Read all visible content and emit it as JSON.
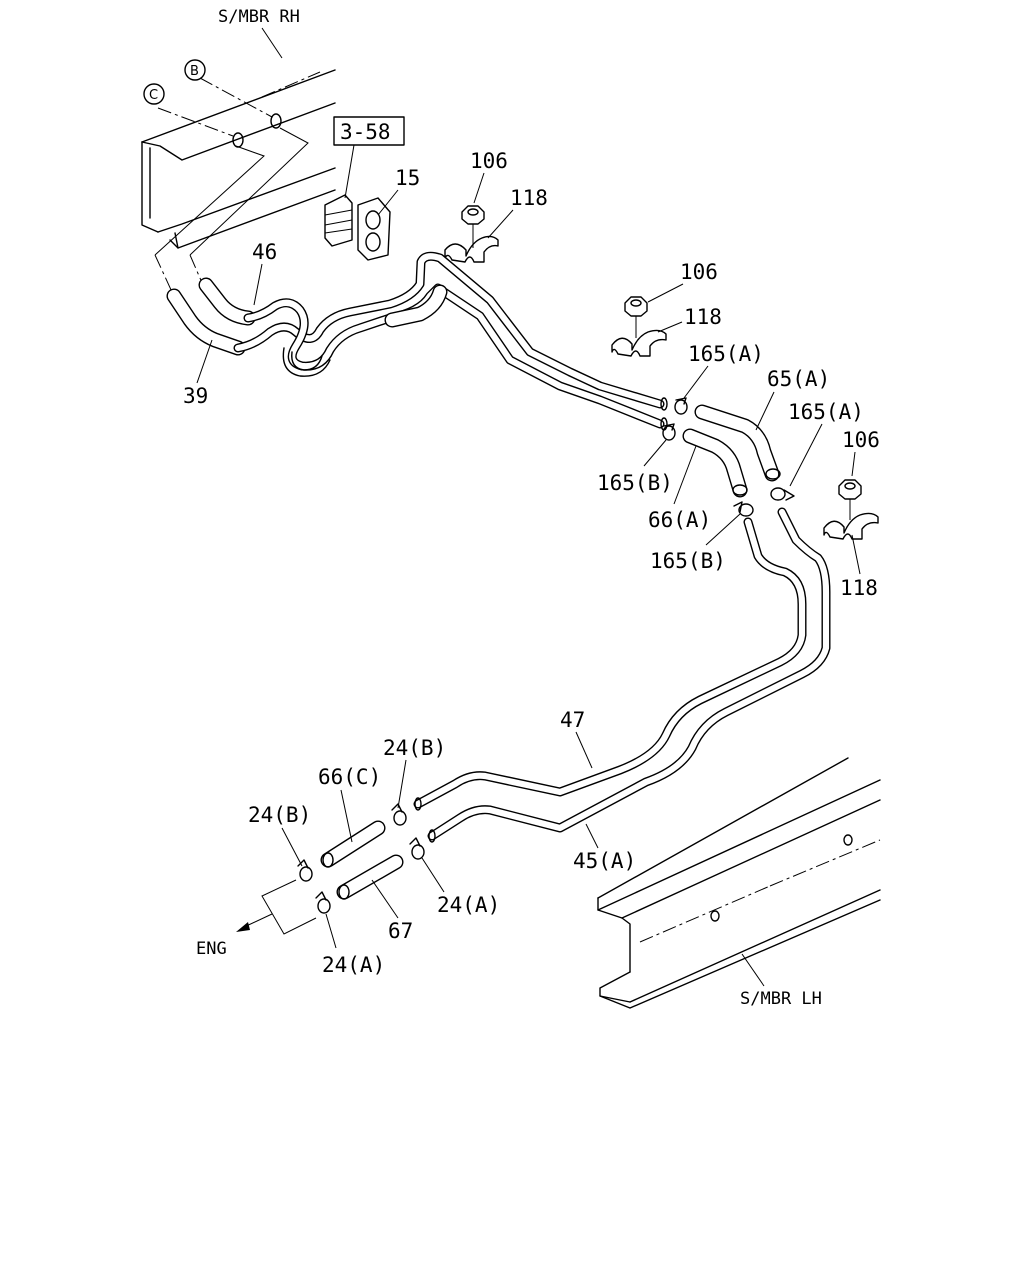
{
  "frame_labels": {
    "rh": "S/MBR RH",
    "lh": "S/MBR LH"
  },
  "circled_refs": {
    "c": "C",
    "b": "B"
  },
  "ref_box": "3-58",
  "direction_label": "ENG",
  "callouts": {
    "p15": "15",
    "p46": "46",
    "p39": "39",
    "p106_top": "106",
    "p118_top": "118",
    "p106_mid": "106",
    "p118_mid": "118",
    "p165a_1": "165(A)",
    "p65a": "65(A)",
    "p165a_2": "165(A)",
    "p106_right": "106",
    "p165b_1": "165(B)",
    "p66a": "66(A)",
    "p165b_2": "165(B)",
    "p118_right": "118",
    "p47": "47",
    "p24b_1": "24(B)",
    "p66c": "66(C)",
    "p24b_2": "24(B)",
    "p45a": "45(A)",
    "p24a_1": "24(A)",
    "p67": "67",
    "p24a_2": "24(A)"
  }
}
